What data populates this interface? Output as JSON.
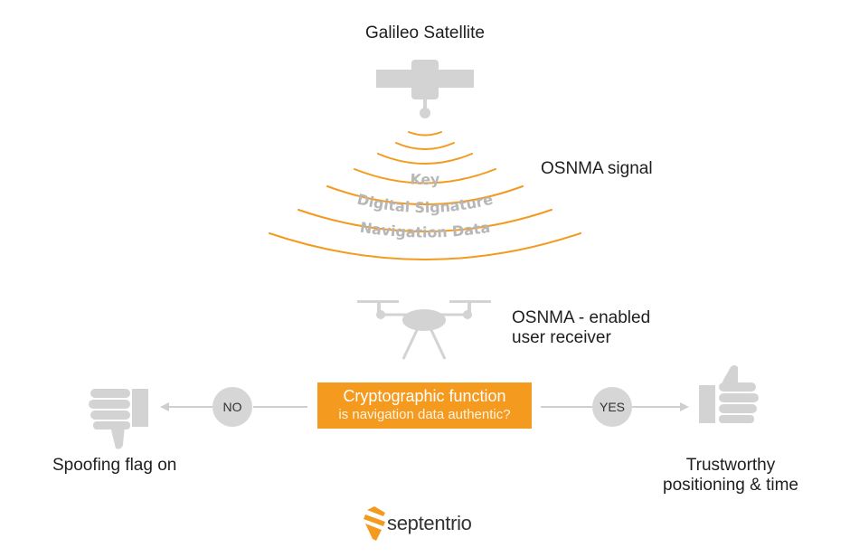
{
  "satellite": {
    "title": "Galileo Satellite"
  },
  "signal": {
    "label": "OSNMA signal",
    "layers": [
      "Key",
      "Digital Signature",
      "Navigation Data"
    ]
  },
  "receiver": {
    "line1": "OSNMA - enabled",
    "line2": "user receiver"
  },
  "crypto": {
    "title": "Cryptographic function",
    "subtitle": "is navigation data authentic?"
  },
  "decision": {
    "no": "NO",
    "yes": "YES"
  },
  "outcomes": {
    "spoof": "Spoofing flag on",
    "trust_line1": "Trustworthy",
    "trust_line2": "positioning & time"
  },
  "brand": {
    "name": "septentrio"
  },
  "colors": {
    "accent": "#f39a1f",
    "icon_gray": "#d3d3d3",
    "text": "#1e1e1e"
  }
}
